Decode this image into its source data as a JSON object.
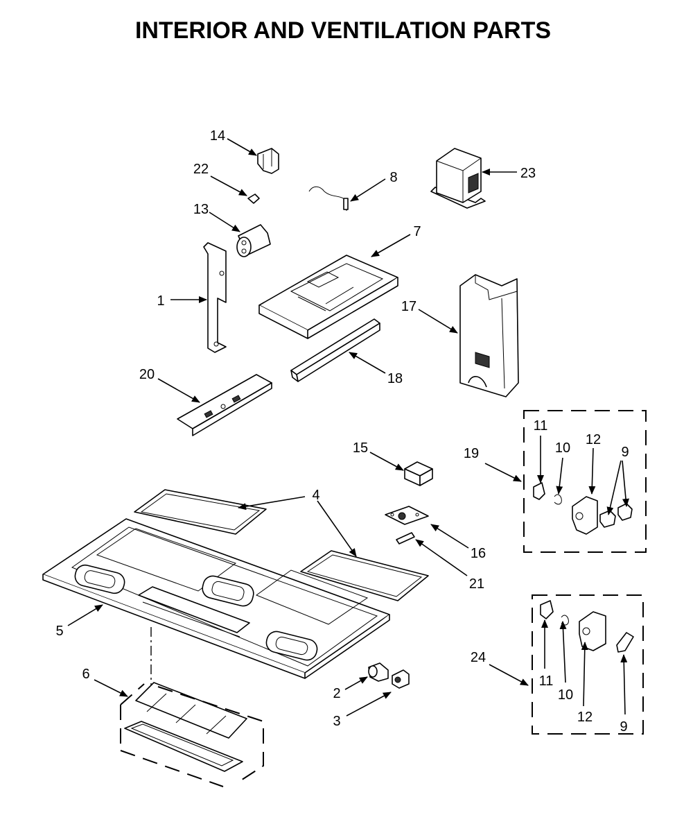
{
  "title": "INTERIOR AND VENTILATION PARTS",
  "callouts": {
    "c1": "1",
    "c2": "2",
    "c3": "3",
    "c4": "4",
    "c5": "5",
    "c6": "6",
    "c7": "7",
    "c8": "8",
    "c9a": "9",
    "c9b": "9",
    "c10a": "10",
    "c10b": "10",
    "c11a": "11",
    "c11b": "11",
    "c12a": "12",
    "c12b": "12",
    "c13": "13",
    "c14": "14",
    "c15": "15",
    "c16": "16",
    "c17": "17",
    "c18": "18",
    "c19": "19",
    "c20": "20",
    "c21": "21",
    "c22": "22",
    "c23": "23",
    "c24": "24"
  }
}
